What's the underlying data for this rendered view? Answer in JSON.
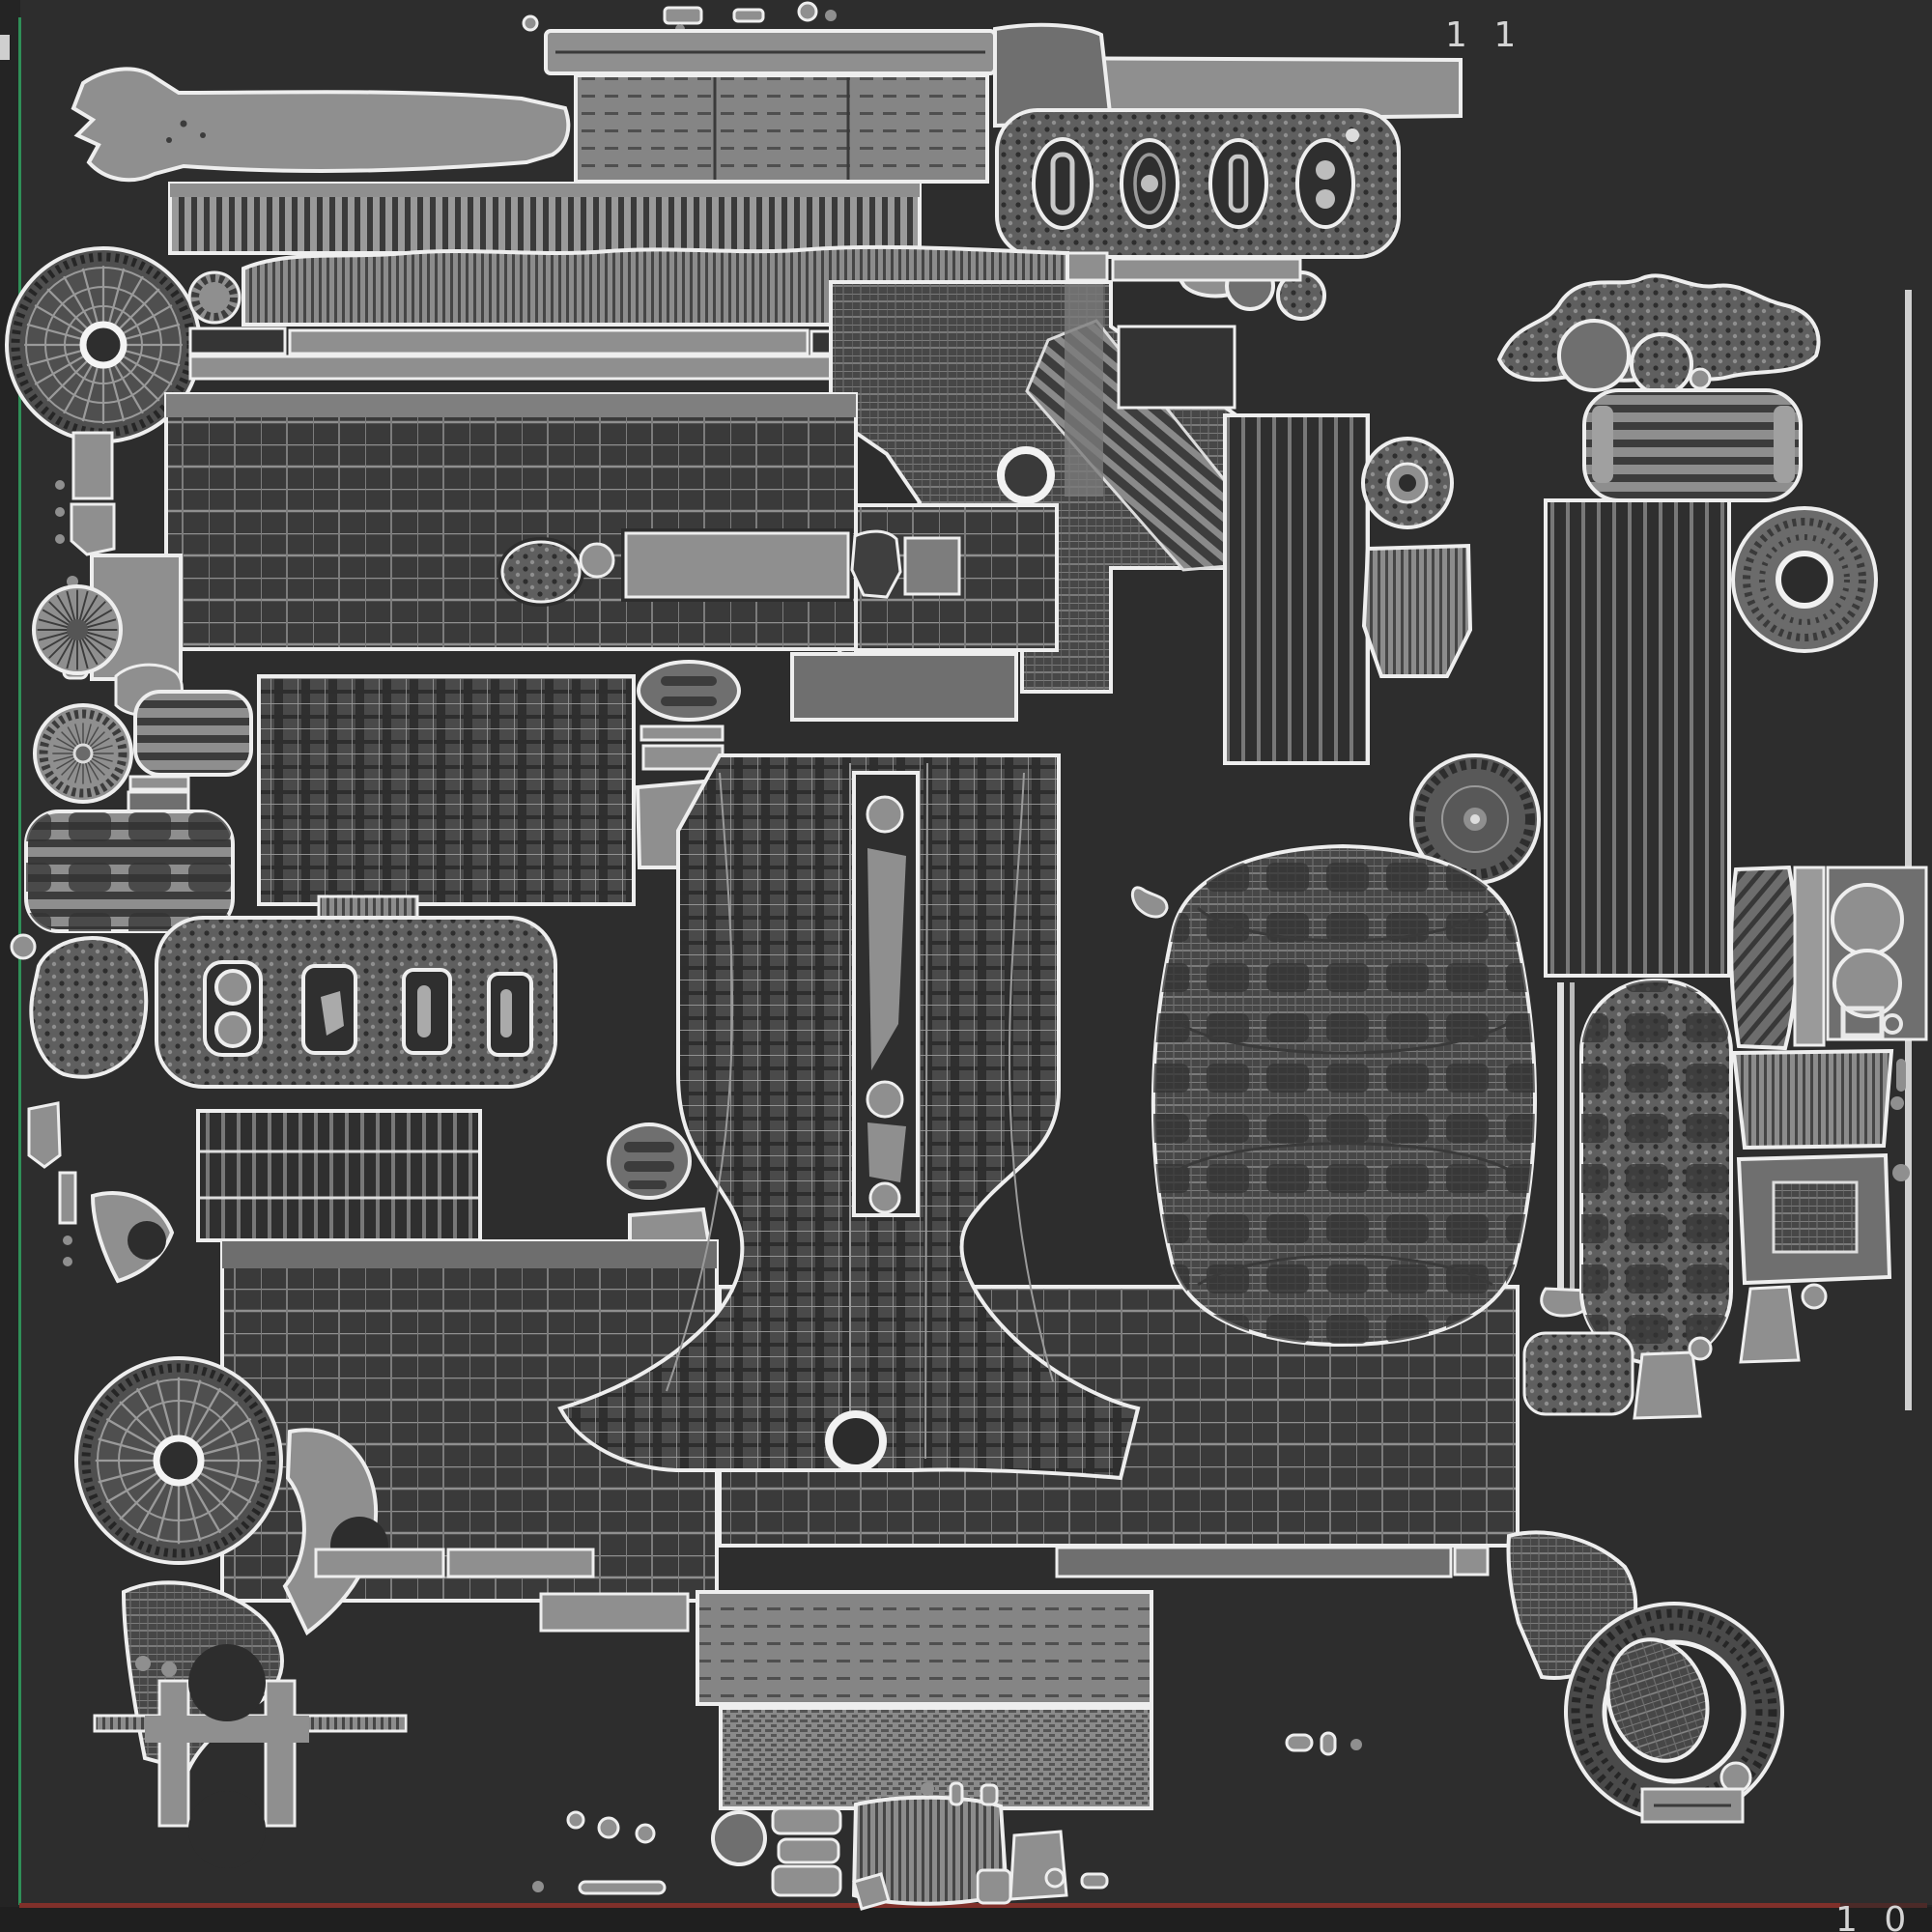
{
  "view": {
    "type": "uv-editor-viewport",
    "description": "Dark UV-unwrap texture atlas of a vehicle 3D model: gray wireframe islands (wheels, valve covers, treads, panels, engine shells) on a charcoal background with UV axis lines"
  },
  "labels": {
    "grid_top_right": "1 1",
    "grid_bottom_right": "1 0"
  },
  "colors": {
    "bg-outer": "#242424",
    "bg-tile": "#2d2d2d",
    "bg-below": "#1f1f1f",
    "island-light": "#8f8f8f",
    "island-mid": "#6f6f6f",
    "island-dark": "#353535",
    "wire-light": "#9a9a9a",
    "wire-dark": "#3a3a3a",
    "outline": "#eeeeee",
    "axis-u-red": "#80302a",
    "axis-u-red-dim": "#4b2a28",
    "axis-v-green": "#2f8f57",
    "label-text": "#d4d4d4"
  }
}
